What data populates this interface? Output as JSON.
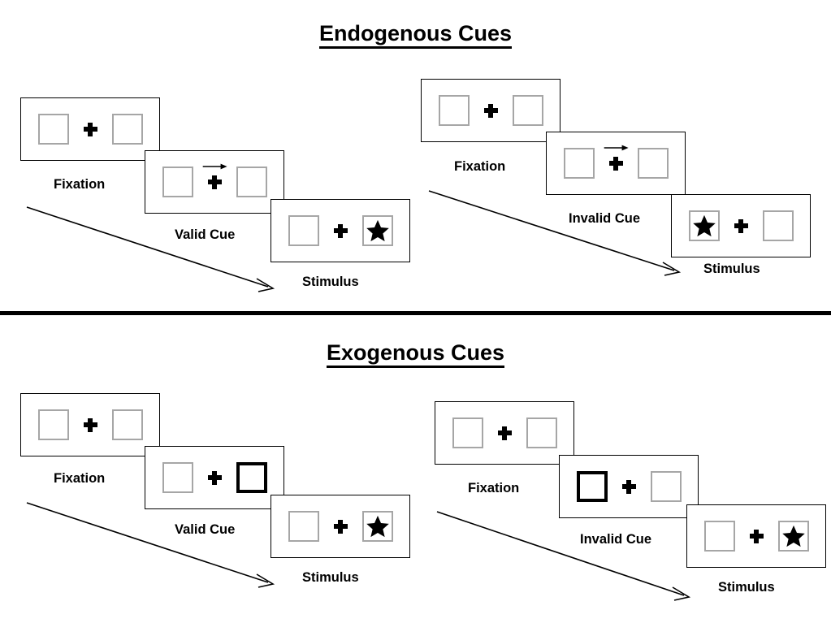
{
  "figure": {
    "sections": [
      {
        "id": "endogenous",
        "title": "Endogenous Cues",
        "groups": [
          {
            "id": "endogenous-valid",
            "condition": "valid",
            "panels": [
              {
                "label": "Fixation",
                "cue": "none",
                "left_box": "empty",
                "right_box": "empty"
              },
              {
                "label": "Valid Cue",
                "cue": "arrow-right",
                "left_box": "empty",
                "right_box": "empty"
              },
              {
                "label": "Stimulus",
                "cue": "none",
                "left_box": "empty",
                "right_box": "star"
              }
            ]
          },
          {
            "id": "endogenous-invalid",
            "condition": "invalid",
            "panels": [
              {
                "label": "Fixation",
                "cue": "none",
                "left_box": "empty",
                "right_box": "empty"
              },
              {
                "label": "Invalid Cue",
                "cue": "arrow-right",
                "left_box": "empty",
                "right_box": "empty"
              },
              {
                "label": "Stimulus",
                "cue": "none",
                "left_box": "star",
                "right_box": "empty"
              }
            ]
          }
        ]
      },
      {
        "id": "exogenous",
        "title": "Exogenous Cues",
        "groups": [
          {
            "id": "exogenous-valid",
            "condition": "valid",
            "panels": [
              {
                "label": "Fixation",
                "cue": "none",
                "left_box": "empty",
                "right_box": "empty"
              },
              {
                "label": "Valid Cue",
                "cue": "box-highlight-right",
                "left_box": "empty",
                "right_box": "cued"
              },
              {
                "label": "Stimulus",
                "cue": "none",
                "left_box": "empty",
                "right_box": "star"
              }
            ]
          },
          {
            "id": "exogenous-invalid",
            "condition": "invalid",
            "panels": [
              {
                "label": "Fixation",
                "cue": "none",
                "left_box": "empty",
                "right_box": "empty"
              },
              {
                "label": "Invalid Cue",
                "cue": "box-highlight-left",
                "left_box": "cued",
                "right_box": "empty"
              },
              {
                "label": "Stimulus",
                "cue": "none",
                "left_box": "empty",
                "right_box": "star"
              }
            ]
          }
        ]
      }
    ],
    "colors": {
      "box_border": "#a6a6a6",
      "cued_box_border": "#000000",
      "panel_border": "#000000",
      "divider": "#000000",
      "text": "#000000",
      "background": "#ffffff"
    }
  }
}
